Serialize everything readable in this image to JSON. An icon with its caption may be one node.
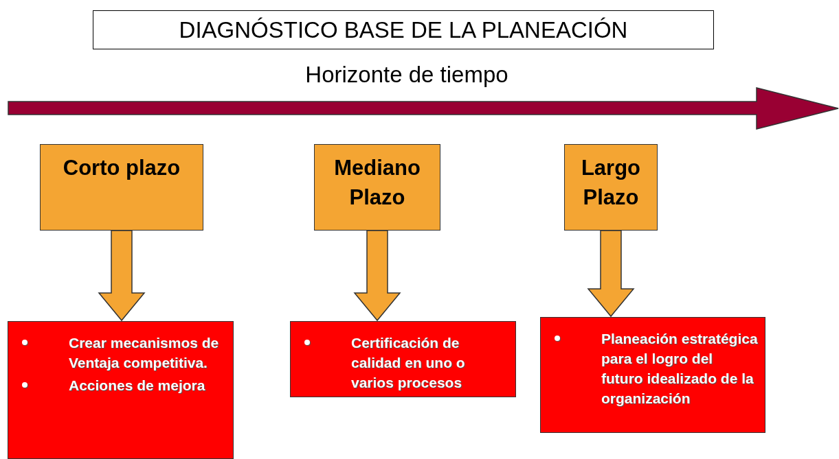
{
  "diagram": {
    "title": "DIAGNÓSTICO BASE DE LA PLANEACIÓN",
    "nodes": [
      {
        "text": [
          "Corto plazo"
        ]
      },
      {
        "text": [
          "Mediano Plazo"
        ]
      },
      {
        "text": [
          "Largo Plazo"
        ]
      },
      {
        "text": [
          "Crear mecanismos de Ventaja competitiva.",
          "Acciones de mejora"
        ]
      },
      {
        "text": [
          "Certificación de calidad en uno o varios procesos"
        ]
      },
      {
        "text": [
          "Planeación estratégica para el logro del futuro idealizado de la organización"
        ]
      }
    ],
    "edges": [
      {
        "from": 0,
        "to": 3,
        "arrow": "to"
      },
      {
        "from": 1,
        "to": 4,
        "arrow": "to"
      },
      {
        "from": 2,
        "to": 5,
        "arrow": "to"
      }
    ],
    "labels": [
      "Horizonte de tiempo"
    ]
  }
}
